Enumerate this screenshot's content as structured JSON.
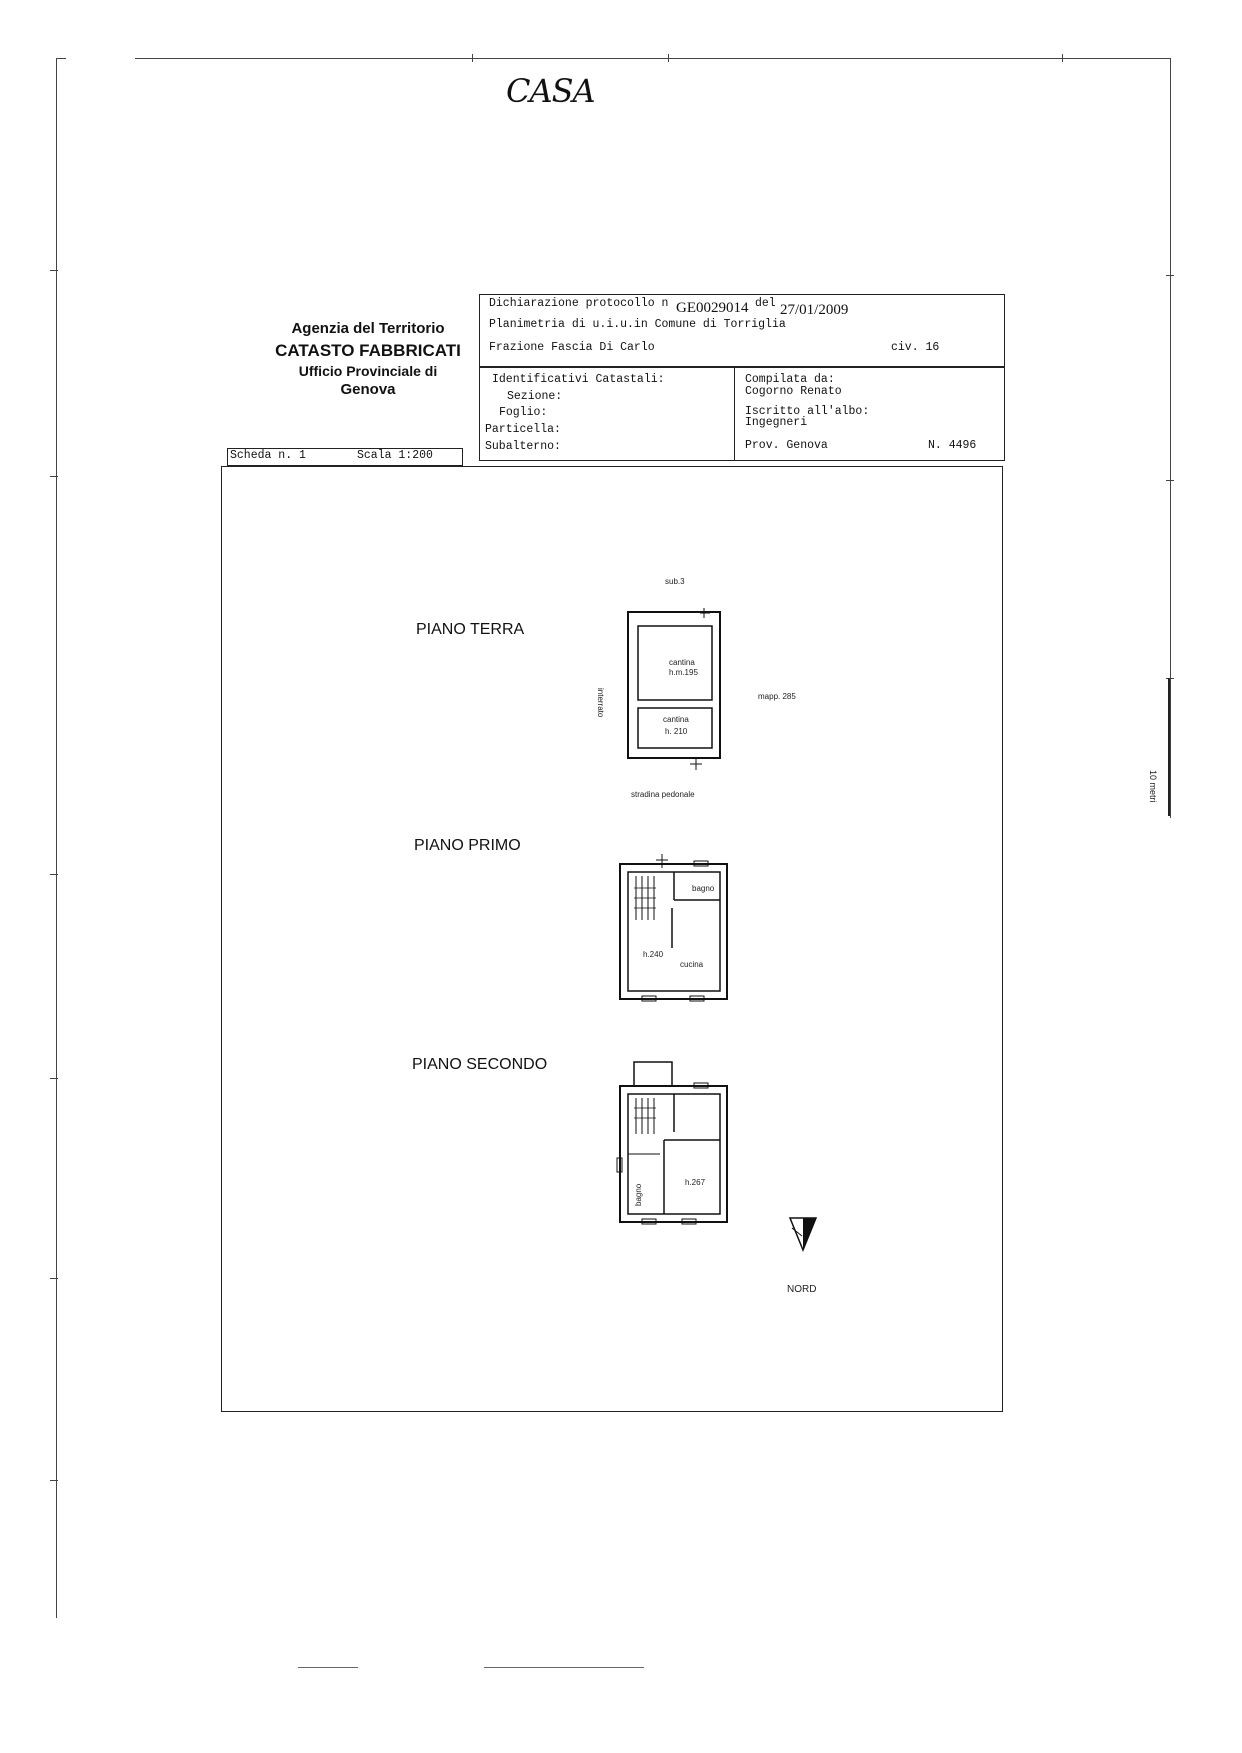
{
  "handwritten_title": "CASA",
  "agency": {
    "line1": "Agenzia del Territorio",
    "line2": "CATASTO FABBRICATI",
    "line3": "Ufficio Provinciale di",
    "line4": "Genova"
  },
  "declaration": {
    "protocol_label": "Dichiarazione protocollo n",
    "protocol_number": "GE0029014",
    "date_label": "del",
    "date": "27/01/2009",
    "planimetry": "Planimetria di u.i.u.in Comune di Torriglia",
    "address": "Frazione Fascia Di Carlo",
    "civ": "civ. 16"
  },
  "identifiers": {
    "title": "Identificativi Catastali:",
    "sezione": "Sezione:",
    "foglio": "Foglio:",
    "particella": "Particella:",
    "subalterno": "Subalterno:"
  },
  "compiler": {
    "label": "Compilata da:",
    "name": "Cogorno Renato",
    "register_label": "Iscritto all'albo:",
    "register": "Ingegneri",
    "province": "Prov. Genova",
    "number": "N. 4496"
  },
  "sheet": {
    "scheda": "Scheda n. 1",
    "scala": "Scala 1:200"
  },
  "floors": {
    "terra": {
      "title": "PIANO TERRA",
      "sub": "sub.3",
      "room1": "cantina",
      "room1_h": "h.m.195",
      "room2": "cantina",
      "room2_h": "h. 210",
      "left_label": "interrato",
      "right_label": "mapp. 285",
      "bottom_label": "stradina pedonale"
    },
    "primo": {
      "title": "PIANO PRIMO",
      "bath": "bagno",
      "height": "h.240",
      "kitchen": "cucina"
    },
    "secondo": {
      "title": "PIANO SECONDO",
      "height": "h.267",
      "bath": "bagno"
    }
  },
  "north_label": "NORD",
  "scale_bar_label": "10 metri"
}
